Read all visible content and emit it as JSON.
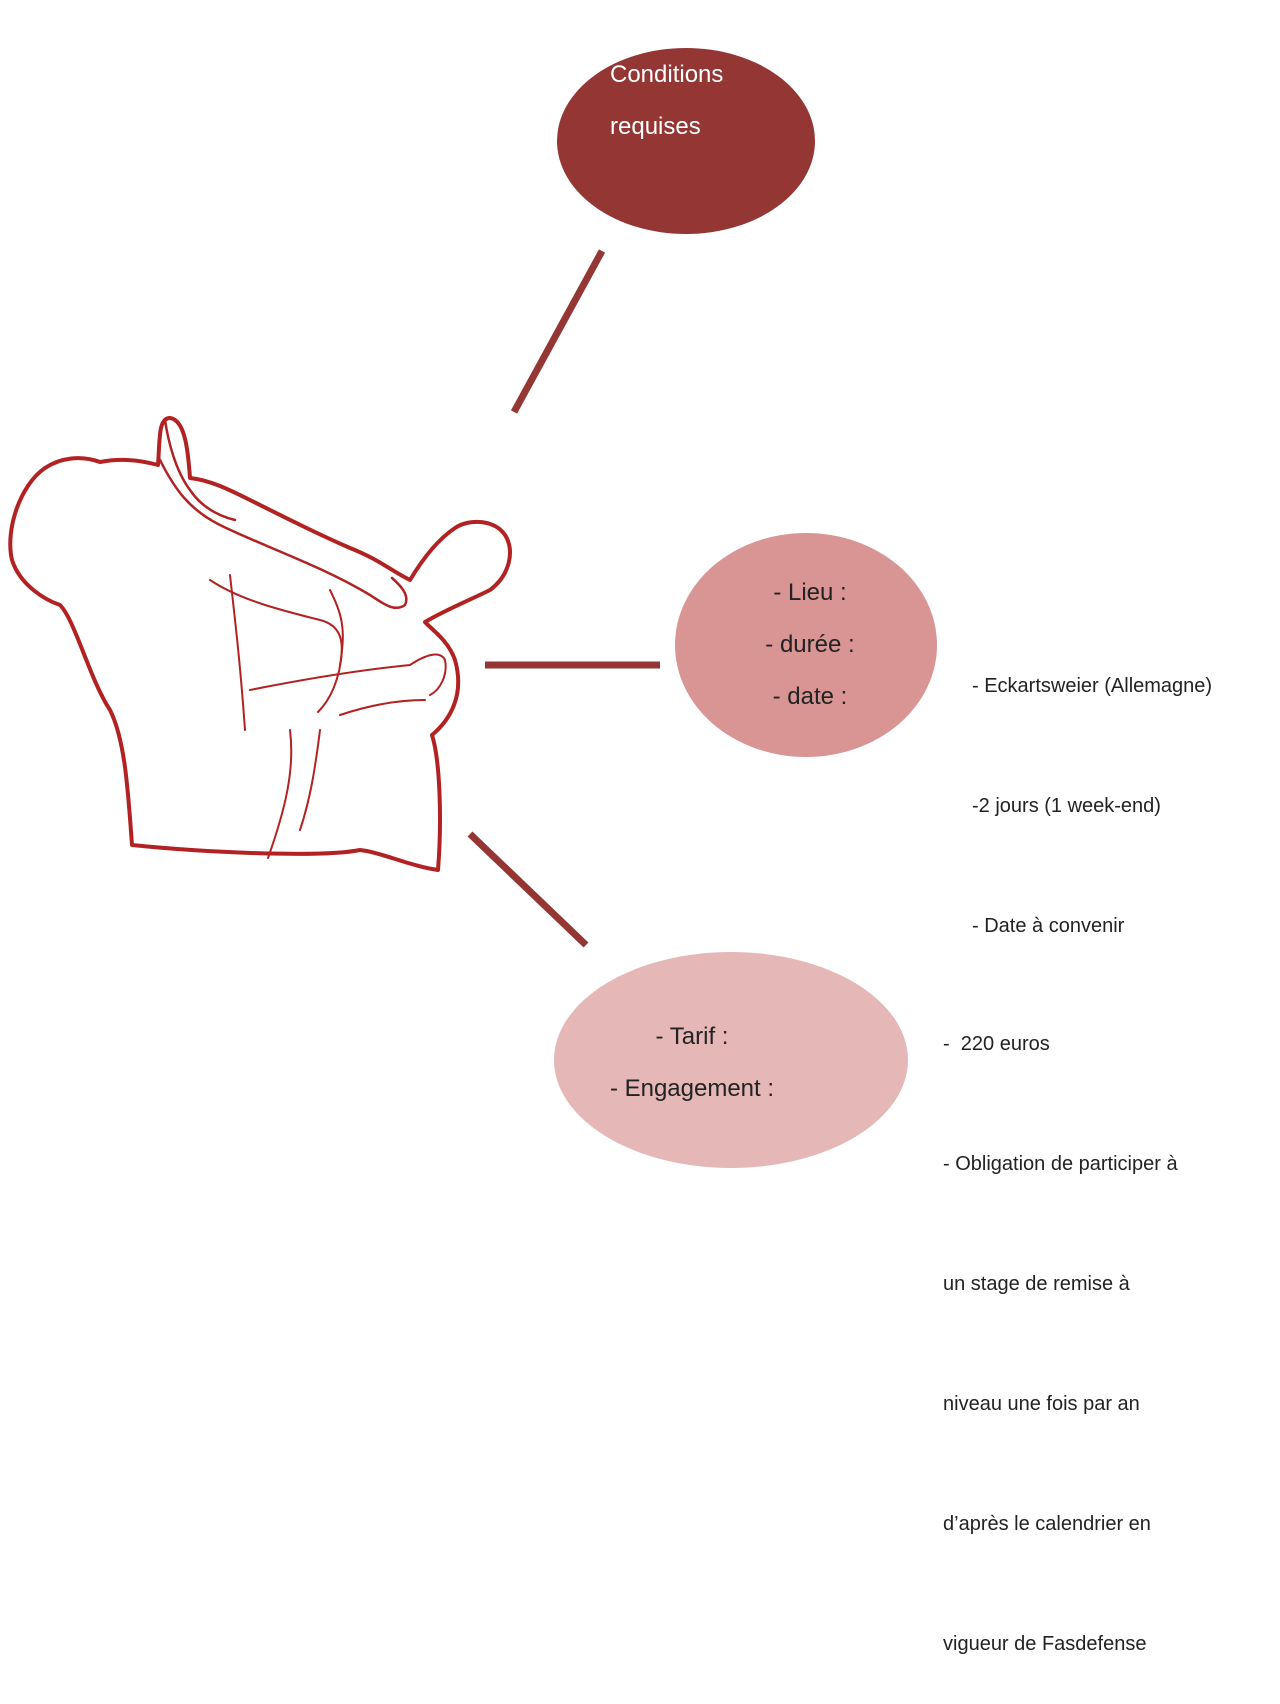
{
  "palette": {
    "dark_red": "#943634",
    "mid_pink": "#d99594",
    "light_pink": "#e5b8b7",
    "figure_outline": "#b22222"
  },
  "illustration": {
    "icon": "two-person-stretching-figure-icon"
  },
  "top_bubble": {
    "lines": [
      "Conditions",
      "requises"
    ]
  },
  "middle_bubble": {
    "lines": [
      "- Lieu :",
      "- durée :",
      "- date :"
    ]
  },
  "middle_details": {
    "lines": [
      "- Eckartsweier (Allemagne)",
      "-2 jours (1 week-end)",
      "- Date à convenir"
    ]
  },
  "bottom_bubble": {
    "lines": [
      "- Tarif :",
      "- Engagement :"
    ]
  },
  "bottom_details": {
    "lines": [
      "-  220 euros",
      "- Obligation de participer à",
      "un stage de remise à",
      "niveau une fois par an",
      "d’après le calendrier en",
      "vigueur de Fasdefense"
    ]
  }
}
